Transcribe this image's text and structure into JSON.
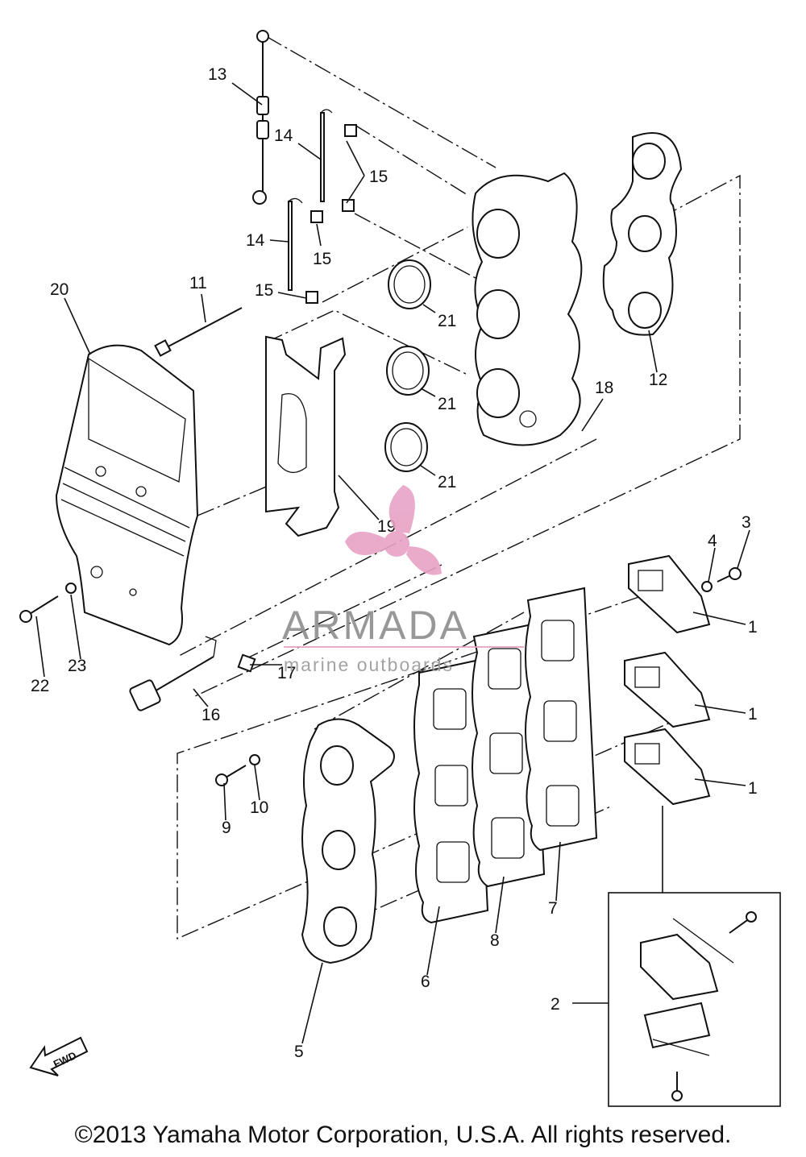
{
  "callouts": [
    "1",
    "1",
    "1",
    "2",
    "3",
    "4",
    "5",
    "6",
    "7",
    "8",
    "9",
    "10",
    "11",
    "12",
    "13",
    "14",
    "14",
    "15",
    "15",
    "15",
    "16",
    "17",
    "18",
    "19",
    "20",
    "21",
    "21",
    "21",
    "22",
    "23"
  ],
  "fwd_label": "FWD",
  "watermark": {
    "name": "ARMADA",
    "subtitle": "marine outboards",
    "color": "#e8a3c6"
  },
  "copyright": "©2013 Yamaha Motor Corporation, U.S.A. All rights reserved."
}
